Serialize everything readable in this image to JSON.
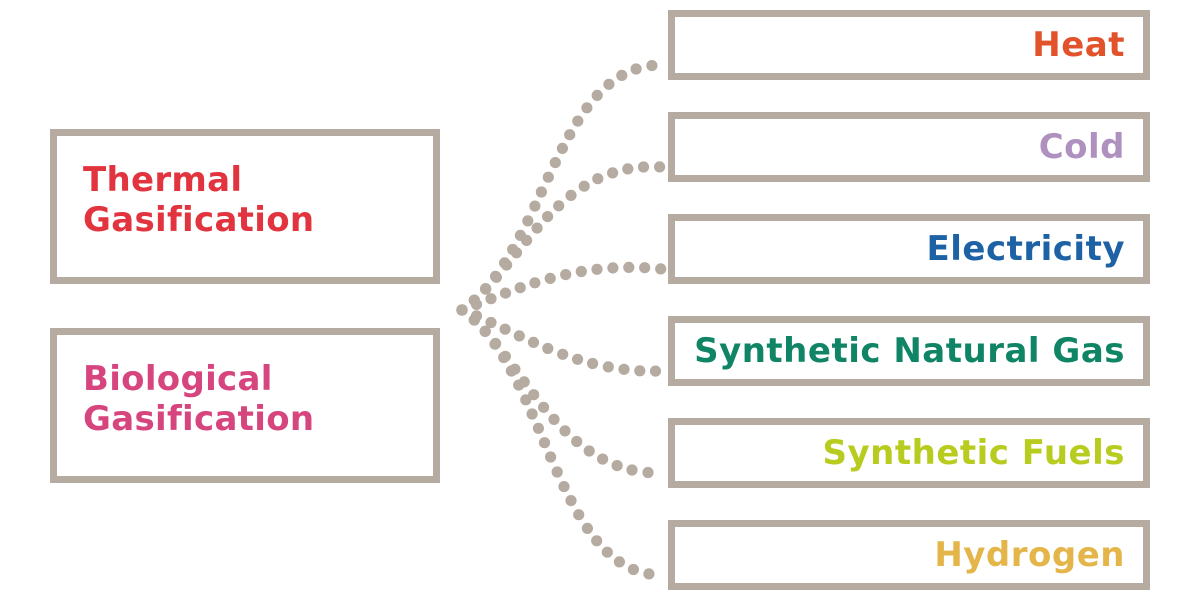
{
  "sources": [
    {
      "label": "Thermal\nGasification",
      "color": "#e2343f"
    },
    {
      "label": "Biological\nGasification",
      "color": "#d6457d"
    }
  ],
  "outputs": [
    {
      "label": "Heat",
      "color": "#e2522b"
    },
    {
      "label": "Cold",
      "color": "#ae91bf"
    },
    {
      "label": "Electricity",
      "color": "#1e62a6"
    },
    {
      "label": "Synthetic Natural Gas",
      "color": "#0f8566"
    },
    {
      "label": "Synthetic Fuels",
      "color": "#b8cc1f"
    },
    {
      "label": "Hydrogen",
      "color": "#e4b64a"
    }
  ],
  "connector_color": "#b5aba1"
}
